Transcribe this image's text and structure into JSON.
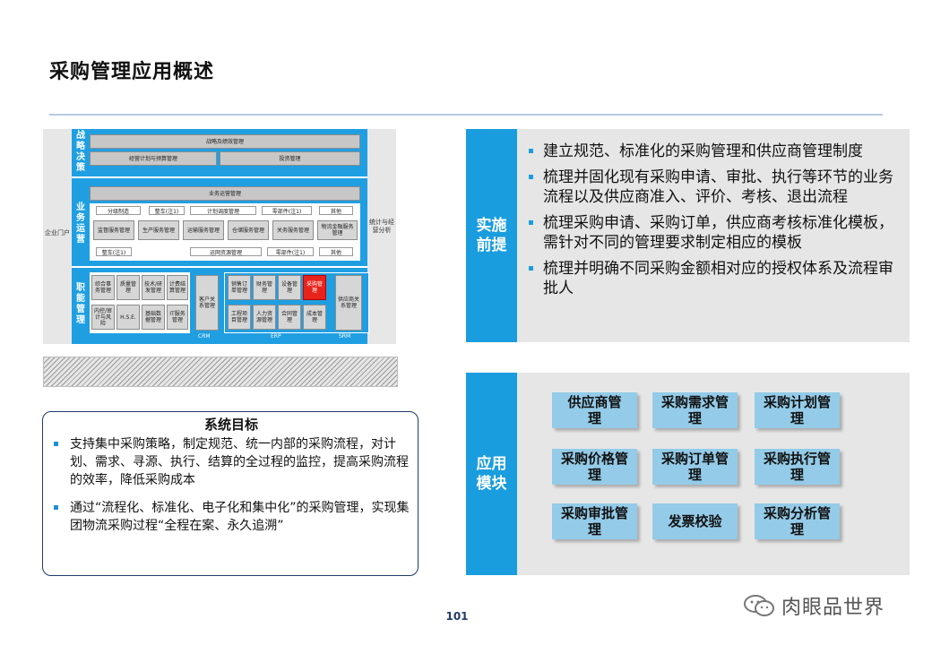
{
  "page": {
    "title": "采购管理应用概述",
    "page_number": "101",
    "watermark": "肉眼品世界"
  },
  "architecture": {
    "left_label": "企业门户",
    "right_label": "统计与经营分析",
    "strategy": {
      "label": "战略决策",
      "row1": "战略及绩效管理",
      "row2": [
        "经营计划与预算管理",
        "投资管理"
      ]
    },
    "business": {
      "label": "业务运营",
      "row1": "业务运营管理",
      "row2": [
        "分级制造",
        "整车(注1)",
        "计划调度管理",
        "零部件(注1)",
        "其他"
      ],
      "row3": [
        "监督服务管理",
        "生产服务管理",
        "运输服务管理",
        "仓储服务管理",
        "关务服务管理",
        "物流金融服务管理"
      ],
      "row4": [
        "整车(注1)",
        "运网资源管理",
        "零部件(注1)",
        "其他"
      ]
    },
    "functions": {
      "label": "职能管理",
      "grid": [
        "综合事务管理",
        "质量管理",
        "技术/研发管理",
        "计费结算管理",
        "内控/审计与风险",
        "H.S.E.",
        "基础数据管理",
        "IT服务管理"
      ],
      "crm": "客户关系管理",
      "erp": [
        "销售订单管理",
        "财务管理",
        "设备管理",
        "采购管理",
        "工程项目管理",
        "人力资源管理",
        "合同管理",
        "成本管理"
      ],
      "srm": "供应商关系管理",
      "groups": [
        "CRM",
        "ERP",
        "SRM"
      ]
    }
  },
  "goals": {
    "title": "系统目标",
    "items": [
      "支持集中采购策略，制定规范、统一内部的采购流程，对计划、需求、寻源、执行、结算的全过程的监控，提高采购流程的效率，降低采购成本",
      "通过“流程化、标准化、电子化和集中化”的采购管理，实现集团物流采购过程“全程在案、永久追溯”"
    ]
  },
  "premise": {
    "tag": "实施前提",
    "items": [
      "建立规范、标准化的采购管理和供应商管理制度",
      "梳理并固化现有采购申请、审批、执行等环节的业务流程以及供应商准入、评价、考核、退出流程",
      "梳理采购申请、采购订单，供应商考核标准化模板，需针对不同的管理要求制定相应的模板",
      "梳理并明确不同采购金额相对应的授权体系及流程审批人"
    ]
  },
  "modules": {
    "tag": "应用模块",
    "items": [
      "供应商管理",
      "采购需求管理",
      "采购计划管理",
      "采购价格管理",
      "采购订单管理",
      "采购执行管理",
      "采购审批管理",
      "发票校验",
      "采购分析管理"
    ]
  },
  "colors": {
    "accent": "#1a9ddf",
    "module_fill": "#93cbe8",
    "panel_bg": "#e6e6e6",
    "highlight": "#e8231b"
  }
}
